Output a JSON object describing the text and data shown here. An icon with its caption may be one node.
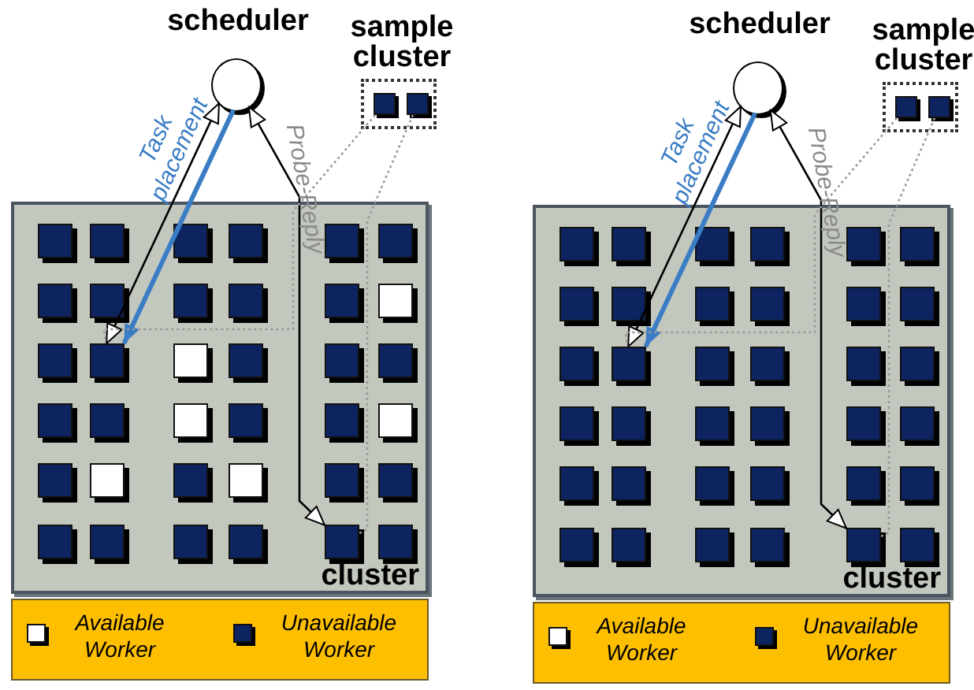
{
  "diagram": {
    "nodes": [
      {
        "text": [
          "scheduler"
        ]
      },
      {
        "text": [
          "sample cluster"
        ]
      },
      {
        "text": [],
        "shape": "box",
        "in": 1
      },
      {
        "text": [],
        "shape": "box",
        "in": 1
      },
      {
        "text": [
          "cluster"
        ]
      },
      {
        "text": [],
        "shape": "box",
        "in": 4
      },
      {
        "text": [],
        "shape": "box",
        "in": 4
      },
      {
        "text": [],
        "shape": "box",
        "in": 4
      },
      {
        "text": [],
        "shape": "box",
        "in": 4
      },
      {
        "text": [],
        "shape": "box",
        "in": 4
      },
      {
        "text": [],
        "shape": "box",
        "in": 4
      },
      {
        "text": [],
        "shape": "box",
        "in": 4
      },
      {
        "text": [],
        "shape": "box",
        "in": 4
      },
      {
        "text": [],
        "shape": "box",
        "in": 4
      },
      {
        "text": [],
        "shape": "box",
        "in": 4
      },
      {
        "text": [],
        "shape": "box",
        "in": 4
      },
      {
        "text": [],
        "shape": "box",
        "in": 4
      },
      {
        "text": [],
        "shape": "box",
        "in": 4
      },
      {
        "text": [],
        "shape": "box",
        "in": 4
      },
      {
        "text": [],
        "shape": "box",
        "in": 4
      },
      {
        "text": [],
        "shape": "box",
        "in": 4
      },
      {
        "text": [],
        "shape": "box",
        "in": 4
      },
      {
        "text": [],
        "shape": "box",
        "in": 4
      },
      {
        "text": [],
        "shape": "box",
        "in": 4
      },
      {
        "text": [],
        "shape": "box",
        "in": 4
      },
      {
        "text": [],
        "shape": "box",
        "in": 4
      },
      {
        "text": [],
        "shape": "box",
        "in": 4
      },
      {
        "text": [],
        "shape": "box",
        "in": 4
      },
      {
        "text": [],
        "shape": "box",
        "in": 4
      },
      {
        "text": [],
        "shape": "box",
        "in": 4
      },
      {
        "text": [],
        "shape": "box",
        "in": 4
      },
      {
        "text": [],
        "shape": "box",
        "in": 4
      },
      {
        "text": [],
        "shape": "box",
        "in": 4
      },
      {
        "text": [],
        "shape": "box",
        "in": 4
      },
      {
        "text": [],
        "shape": "box",
        "in": 4
      },
      {
        "text": [],
        "shape": "box",
        "in": 4
      },
      {
        "text": [],
        "shape": "box",
        "in": 4
      },
      {
        "text": [],
        "shape": "box",
        "in": 4
      },
      {
        "text": [],
        "shape": "box",
        "in": 4
      },
      {
        "text": [],
        "shape": "box",
        "in": 4
      },
      {
        "text": [],
        "shape": "box",
        "in": 4
      },
      {
        "text": [
          "scheduler"
        ]
      },
      {
        "text": [
          "sample cluster"
        ]
      },
      {
        "text": [],
        "shape": "box",
        "in": 42
      },
      {
        "text": [],
        "shape": "box",
        "in": 42
      },
      {
        "text": [
          "cluster"
        ]
      },
      {
        "text": [],
        "shape": "box",
        "in": 45
      },
      {
        "text": [],
        "shape": "box",
        "in": 45
      },
      {
        "text": [],
        "shape": "box",
        "in": 45
      },
      {
        "text": [],
        "shape": "box",
        "in": 45
      },
      {
        "text": [],
        "shape": "box",
        "in": 45
      },
      {
        "text": [],
        "shape": "box",
        "in": 45
      },
      {
        "text": [],
        "shape": "box",
        "in": 45
      },
      {
        "text": [],
        "shape": "box",
        "in": 45
      },
      {
        "text": [],
        "shape": "box",
        "in": 45
      },
      {
        "text": [],
        "shape": "box",
        "in": 45
      },
      {
        "text": [],
        "shape": "box",
        "in": 45
      },
      {
        "text": [],
        "shape": "box",
        "in": 45
      },
      {
        "text": [],
        "shape": "box",
        "in": 45
      },
      {
        "text": [],
        "shape": "box",
        "in": 45
      },
      {
        "text": [],
        "shape": "box",
        "in": 45
      },
      {
        "text": [],
        "shape": "box",
        "in": 45
      },
      {
        "text": [],
        "shape": "box",
        "in": 45
      },
      {
        "text": [],
        "shape": "box",
        "in": 45
      },
      {
        "text": [],
        "shape": "box",
        "in": 45
      },
      {
        "text": [],
        "shape": "box",
        "in": 45
      },
      {
        "text": [],
        "shape": "box",
        "in": 45
      },
      {
        "text": [],
        "shape": "box",
        "in": 45
      },
      {
        "text": [],
        "shape": "box",
        "in": 45
      },
      {
        "text": [],
        "shape": "box",
        "in": 45
      },
      {
        "text": [],
        "shape": "box",
        "in": 45
      },
      {
        "text": [],
        "shape": "box",
        "in": 45
      },
      {
        "text": [],
        "shape": "box",
        "in": 45
      },
      {
        "text": [],
        "shape": "box",
        "in": 45
      },
      {
        "text": [],
        "shape": "box",
        "in": 45
      },
      {
        "text": [],
        "shape": "box",
        "in": 45
      },
      {
        "text": [],
        "shape": "box",
        "in": 45
      },
      {
        "text": [],
        "shape": "box",
        "in": 45
      },
      {
        "text": [],
        "shape": "box",
        "in": 45
      },
      {
        "text": [],
        "shape": "box",
        "in": 45
      },
      {
        "text": [],
        "shape": "box",
        "in": 45
      },
      {
        "text": [],
        "shape": "box",
        "in": 45
      }
    ],
    "edges": [
      {
        "from": 0,
        "to": 18,
        "arrow": "to",
        "label": "Task placement",
        "style": "thick",
        "color": "#3b7dc4"
      },
      {
        "from": 18,
        "to": 0,
        "arrow": "both"
      },
      {
        "from": 39,
        "to": 0,
        "arrow": "both",
        "label": "Probe-Reply"
      },
      {
        "from": 2,
        "to": 18,
        "arrow": "none",
        "style": "dashed",
        "color": "#9a9a9a"
      },
      {
        "from": 3,
        "to": 39,
        "arrow": "none",
        "style": "dashed",
        "color": "#9a9a9a"
      },
      {
        "from": 41,
        "to": 59,
        "arrow": "to",
        "label": "Task placement",
        "style": "thick",
        "color": "#3b7dc4"
      },
      {
        "from": 59,
        "to": 41,
        "arrow": "both"
      },
      {
        "from": 80,
        "to": 41,
        "arrow": "both",
        "label": "Probe-Reply"
      },
      {
        "from": 43,
        "to": 59,
        "arrow": "none",
        "style": "dashed",
        "color": "#9a9a9a"
      },
      {
        "from": 44,
        "to": 80,
        "arrow": "none",
        "style": "dashed",
        "color": "#9a9a9a"
      }
    ],
    "legend": [
      {
        "text": "Available Worker",
        "color": "#ffffff"
      },
      {
        "text": "Unavailable Worker",
        "color": "#0d2461"
      },
      {
        "text": "Available Worker",
        "color": "#ffffff"
      },
      {
        "text": "Unavailable Worker",
        "color": "#0d2461"
      }
    ]
  }
}
